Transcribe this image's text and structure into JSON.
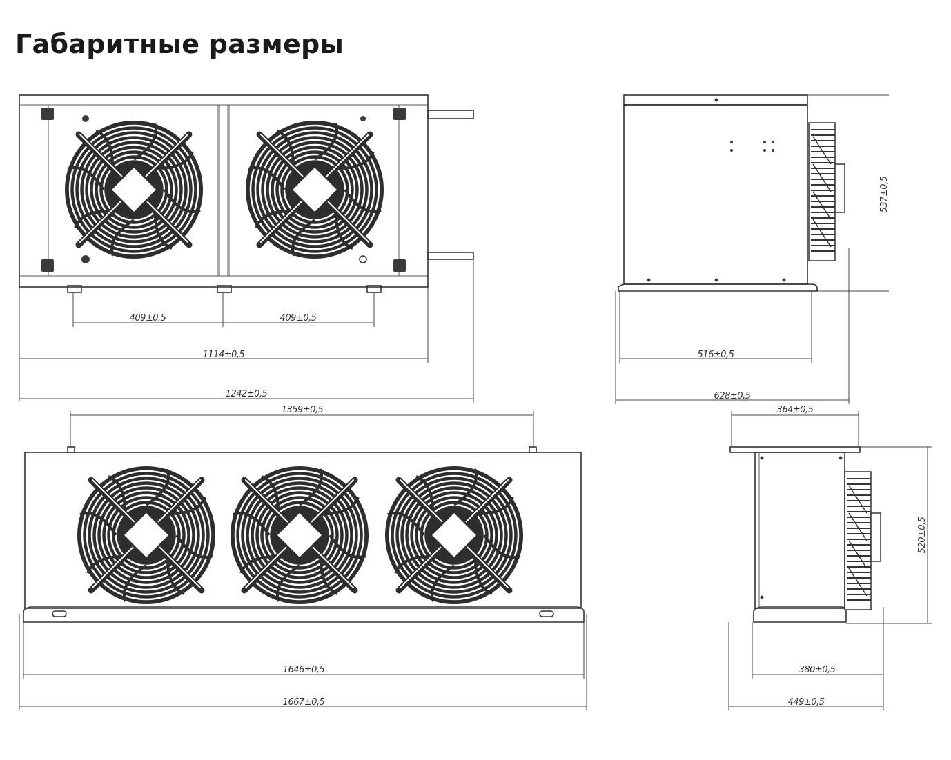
{
  "title": "Габаритные размеры",
  "dimensions": {
    "front_fan_pitch_1": "409±0,5",
    "front_fan_pitch_2": "409±0,5",
    "front_inner_width": "1114±0,5",
    "front_total_width": "1242±0,5",
    "side_height": "537±0,5",
    "side_inner_depth": "516±0,5",
    "side_total_depth": "628±0,5",
    "bottom_mount_spacing": "1359±0,5",
    "bottom_inner_width": "1646±0,5",
    "bottom_total_width": "1667±0,5",
    "small_top_width": "364±0,5",
    "small_height": "520±0,5",
    "small_inner_depth": "380±0,5",
    "small_total_depth": "449±0,5"
  }
}
